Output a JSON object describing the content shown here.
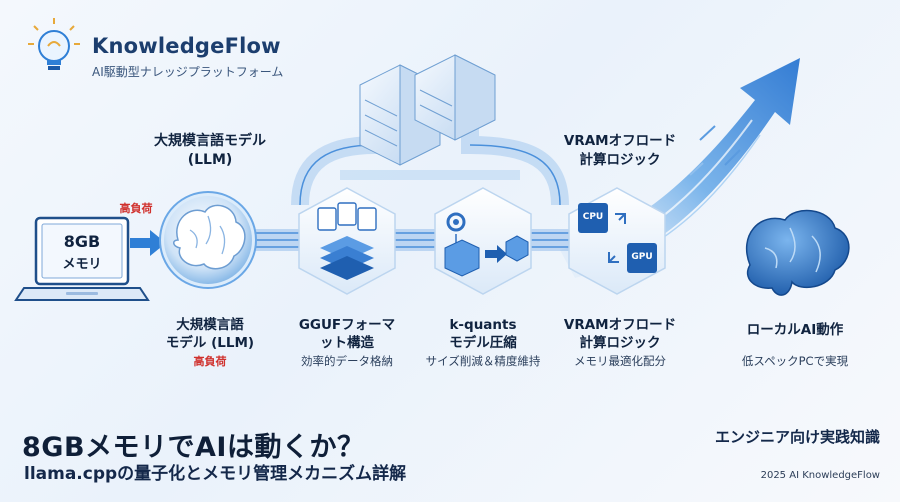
{
  "brand": {
    "name": "KnowledgeFlow",
    "tagline": "AI駆動型ナレッジプラットフォーム"
  },
  "laptop": {
    "line1": "8GB",
    "line2": "メモリ"
  },
  "llm_top": {
    "line1": "大規模言語モデル",
    "line2": "(LLM)",
    "load": "高負荷"
  },
  "vram_top": {
    "line1": "VRAMオフロード",
    "line2": "計算ロジック"
  },
  "chips": {
    "cpu": "CPU",
    "gpu": "GPU"
  },
  "steps": [
    {
      "line1": "大規模言語",
      "line2": "モデル (LLM)",
      "sub": "高負荷"
    },
    {
      "line1": "GGUFフォーマ",
      "line2": "ット構造",
      "sub": "効率的データ格納"
    },
    {
      "line1": "k-quants",
      "line2": "モデル圧縮",
      "sub": "サイズ削減＆精度維持"
    },
    {
      "line1": "VRAMオフロード",
      "line2": "計算ロジック",
      "sub": "メモリ最適化配分"
    },
    {
      "line1": "ローカルAI動作",
      "line2": "",
      "sub": "低スペックPCで実現"
    }
  ],
  "title": {
    "main": "8GBメモリでAIは動くか？",
    "sub": "llama.cppの量子化とメモリ管理メカニズム詳解"
  },
  "right_note": "エンジニア向け実践知識",
  "copyright": "2025 AI KnowledgeFlow",
  "colors": {
    "accent": "#2f7fd6",
    "warning": "#d0312d",
    "dark_text": "#0f2443"
  }
}
